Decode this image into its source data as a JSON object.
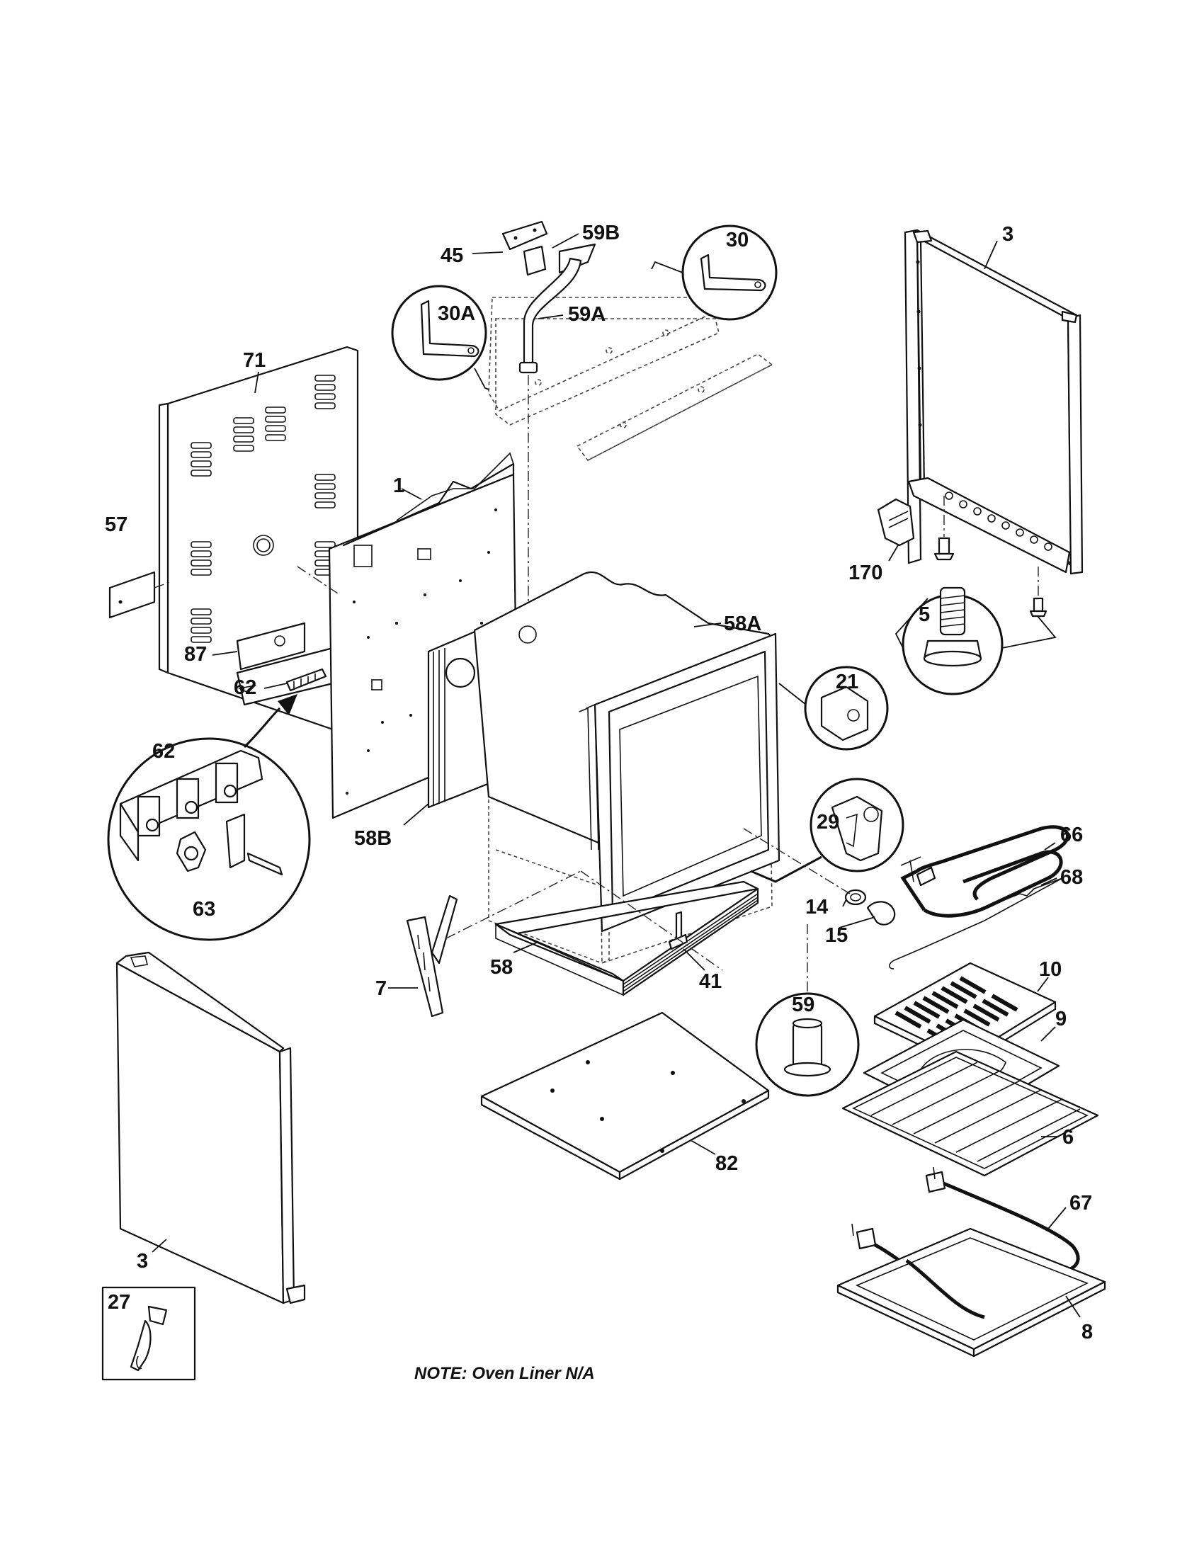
{
  "labels": {
    "p45": "45",
    "p59b": "59B",
    "p30": "30",
    "p3_top": "3",
    "p30a": "30A",
    "p59a": "59A",
    "p71": "71",
    "p1": "1",
    "p57": "57",
    "p170": "170",
    "p5": "5",
    "p58a": "58A",
    "p87": "87",
    "p21": "21",
    "p62": "62",
    "p62_detail": "62",
    "p66": "66",
    "p29": "29",
    "p58b": "58B",
    "p68": "68",
    "p63": "63",
    "p14": "14",
    "p15": "15",
    "p10": "10",
    "p58": "58",
    "p41": "41",
    "p7": "7",
    "p59": "59",
    "p9": "9",
    "p6": "6",
    "p82": "82",
    "p67": "67",
    "p3_bottom": "3",
    "p8": "8",
    "p27": "27"
  },
  "note": "NOTE:  Oven Liner N/A"
}
